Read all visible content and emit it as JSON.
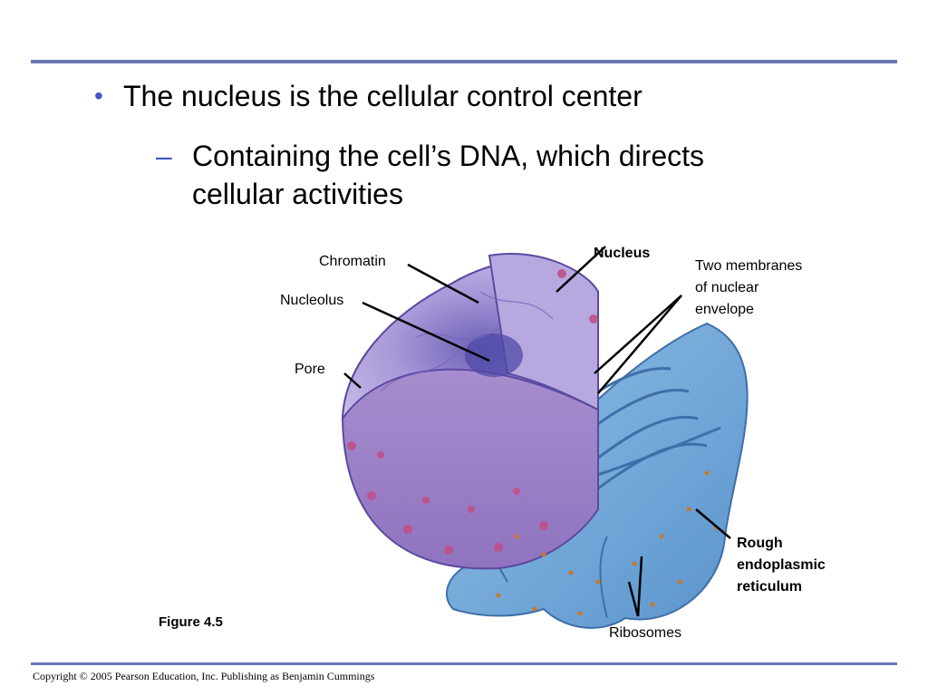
{
  "slide": {
    "bullet": "The nucleus is the cellular control center",
    "sub_bullet_line1": "Containing the cell’s DNA, which directs",
    "sub_bullet_line2": "cellular activities"
  },
  "diagram": {
    "labels": {
      "chromatin": "Chromatin",
      "nucleolus": "Nucleolus",
      "pore": "Pore",
      "nucleus": "Nucleus",
      "two_membranes_line1": "Two membranes",
      "two_membranes_line2": "of nuclear",
      "two_membranes_line3": "envelope",
      "rough_er_line1": "Rough",
      "rough_er_line2": "endoplasmic",
      "rough_er_line3": "reticulum",
      "ribosomes": "Ribosomes"
    },
    "figure_number": "Figure 4.5"
  },
  "footer": {
    "copyright": "Copyright © 2005 Pearson Education, Inc. Publishing as Benjamin Cummings"
  },
  "colors": {
    "rule": "#6a77b8",
    "bullet_accent": "#3f55c6",
    "nucleus_purple": "#9a7fc4",
    "er_blue": "#6fa8d8",
    "pore_pink": "#c0508a",
    "ribosome_orange": "#c8782a"
  }
}
